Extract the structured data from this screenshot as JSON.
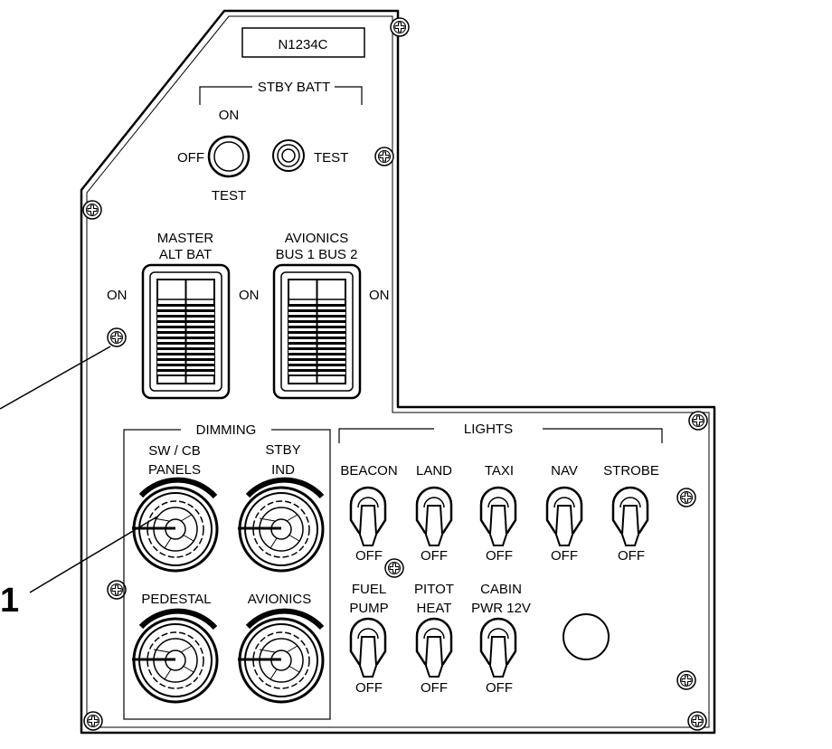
{
  "registration": "N1234C",
  "stby_batt": {
    "title": "STBY BATT",
    "on_label": "ON",
    "off_label": "OFF",
    "test_label": "TEST",
    "test_button_label": "TEST"
  },
  "master": {
    "title_line1": "MASTER",
    "title_line2": "ALT BAT",
    "on_label": "ON"
  },
  "avionics": {
    "title_line1": "AVIONICS",
    "title_line2": "BUS 1 BUS 2",
    "on_left": "ON",
    "on_right": "ON"
  },
  "dimming": {
    "title": "DIMMING",
    "knobs": [
      {
        "label1": "SW / CB",
        "label2": "PANELS"
      },
      {
        "label1": "STBY",
        "label2": "IND"
      },
      {
        "label1": "PEDESTAL",
        "label2": ""
      },
      {
        "label1": "AVIONICS",
        "label2": ""
      }
    ]
  },
  "lights": {
    "title": "LIGHTS",
    "row1": [
      {
        "label1": "BEACON",
        "label2": "",
        "off": "OFF"
      },
      {
        "label1": "LAND",
        "label2": "",
        "off": "OFF"
      },
      {
        "label1": "TAXI",
        "label2": "",
        "off": "OFF"
      },
      {
        "label1": "NAV",
        "label2": "",
        "off": "OFF"
      },
      {
        "label1": "STROBE",
        "label2": "",
        "off": "OFF"
      }
    ],
    "row2": [
      {
        "label1": "FUEL",
        "label2": "PUMP",
        "off": "OFF"
      },
      {
        "label1": "PITOT",
        "label2": "HEAT",
        "off": "OFF"
      },
      {
        "label1": "CABIN",
        "label2": "PWR 12V",
        "off": "OFF"
      }
    ]
  },
  "callout": "1"
}
